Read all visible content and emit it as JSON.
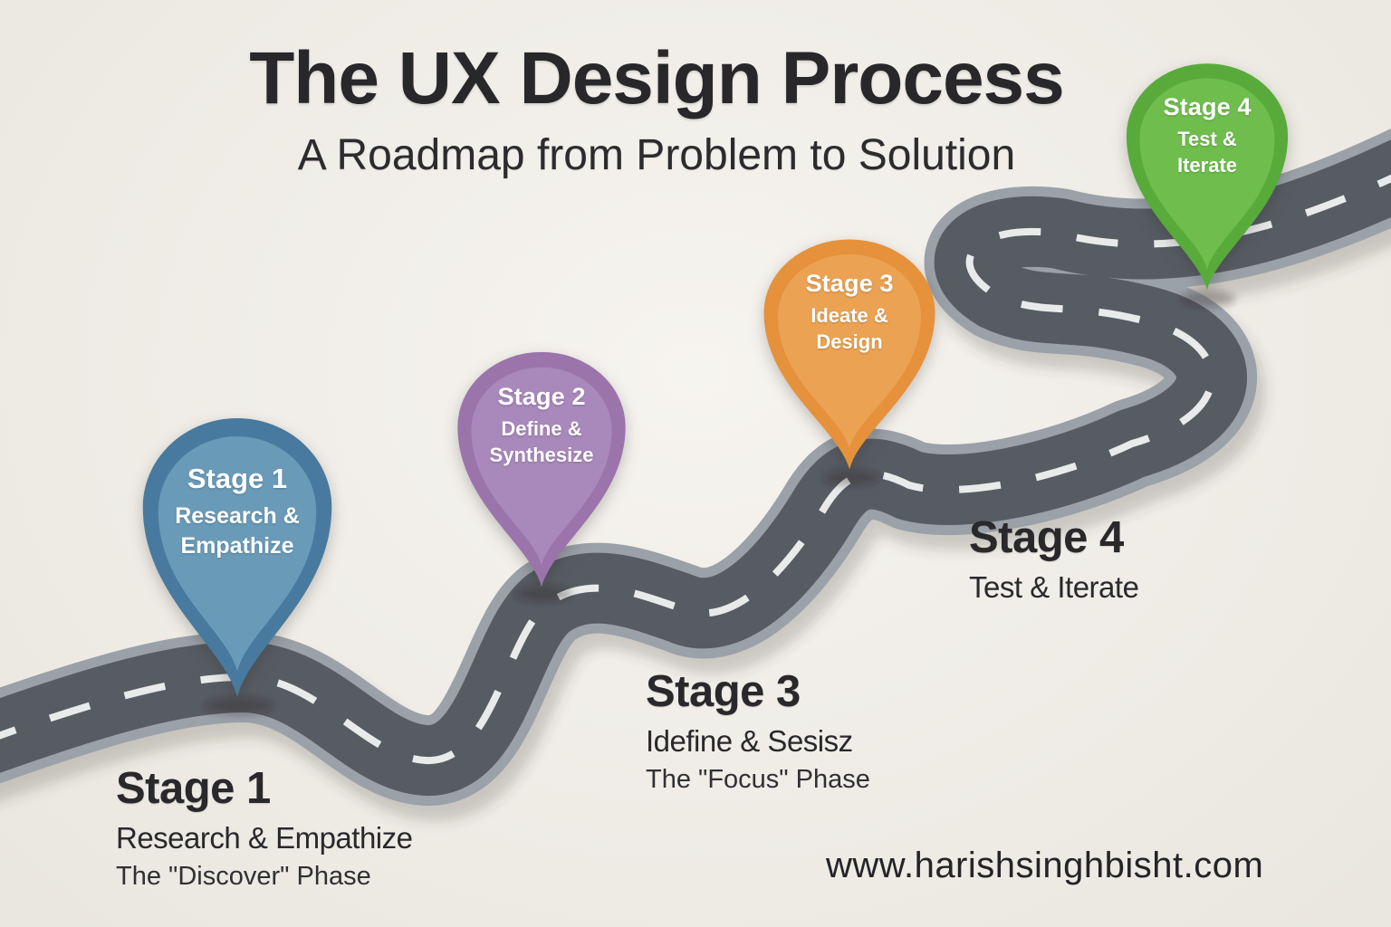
{
  "background_color": "#f3f0ea",
  "header": {
    "title": "The UX Design Process",
    "subtitle": "A Roadmap from Problem to Solution"
  },
  "road": {
    "shoulder_color": "#9aa1a8",
    "surface_color": "#575c63",
    "dash_color": "#e9ebeb",
    "shadow_color": "rgba(70,62,52,0.22)"
  },
  "pins": [
    {
      "stage_label": "Stage 1",
      "sub_lines": "Research &\nEmpathize",
      "outer_color": "#477a9e",
      "inner_color": "#699bb9"
    },
    {
      "stage_label": "Stage 2",
      "sub_lines": "Define &\nSynthesize",
      "outer_color": "#9b74ac",
      "inner_color": "#a988bb"
    },
    {
      "stage_label": "Stage 3",
      "sub_lines": "Ideate &\nDesign",
      "outer_color": "#e6913b",
      "inner_color": "#eba353"
    },
    {
      "stage_label": "Stage 4",
      "sub_lines": "Test &\nIterate",
      "outer_color": "#58ab3a",
      "inner_color": "#6fbe4d"
    }
  ],
  "ground_labels": [
    {
      "heading": "Stage 1",
      "line1": "Research & Empathize",
      "line2": "The \"Discover\" Phase"
    },
    {
      "heading": "Stage 3",
      "line1": "Idefine & Sesisz",
      "line2": "The \"Focus\" Phase"
    },
    {
      "heading": "Stage 4",
      "line1": "Test & Iterate"
    }
  ],
  "footer": {
    "website": "www.harishsinghbisht.com"
  }
}
